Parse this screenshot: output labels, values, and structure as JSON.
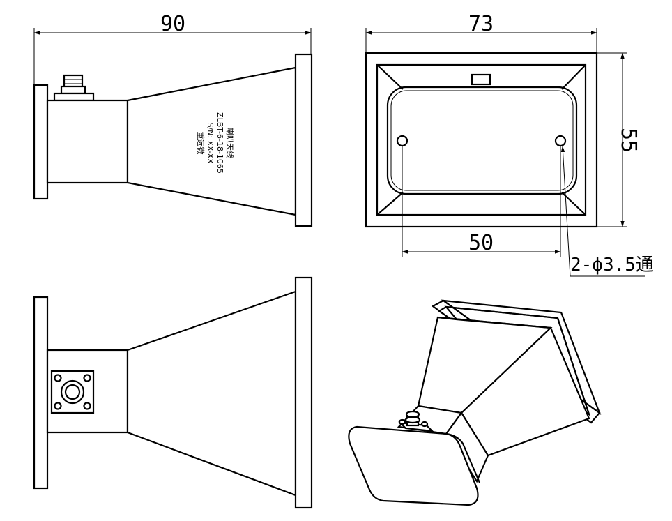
{
  "dimensions": {
    "side_width": "90",
    "front_width": "73",
    "front_height": "55",
    "hole_spacing": "50",
    "hole_note": "2-ϕ3.5通"
  },
  "label": {
    "line1": "喇叭天线",
    "line2": "ZLBT-6-18-1065",
    "line3": "S/N: XX-XX",
    "line4": "重远微"
  }
}
